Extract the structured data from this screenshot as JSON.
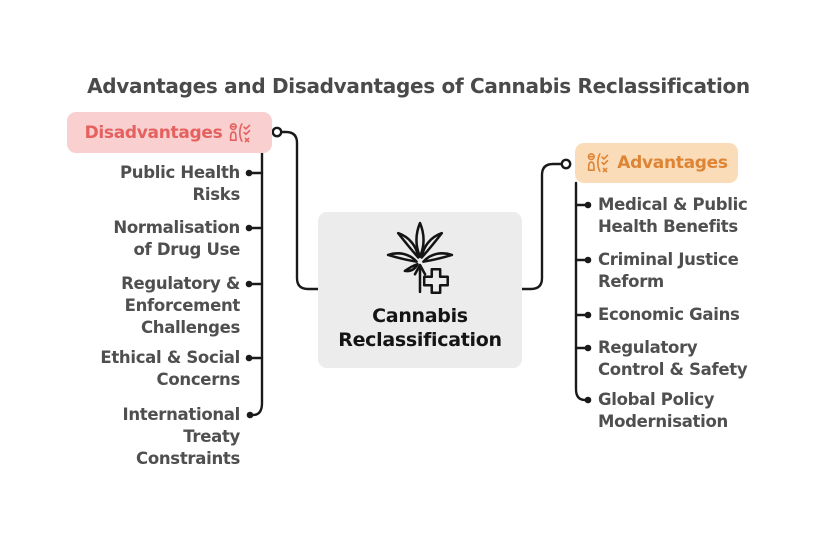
{
  "title": "Advantages and Disadvantages of Cannabis Reclassification",
  "center": {
    "label": "Cannabis\nReclassification",
    "icon": "cannabis-leaf-with-medical-cross-icon"
  },
  "disadvantages": {
    "label": "Disadvantages",
    "icon": "person-with-checklist-icon",
    "text_color": "#e4615f",
    "bg_color": "#f9cfcf",
    "items": [
      "Public Health\nRisks",
      "Normalisation\nof Drug Use",
      "Regulatory &\nEnforcement\nChallenges",
      "Ethical & Social\nConcerns",
      "International\nTreaty\nConstraints"
    ]
  },
  "advantages": {
    "label": "Advantages",
    "icon": "person-with-checklist-icon",
    "text_color": "#dd8435",
    "bg_color": "#fbdcb9",
    "items": [
      "Medical & Public\nHealth Benefits",
      "Criminal Justice\nReform",
      "Economic Gains",
      "Regulatory\nControl & Safety",
      "Global Policy\nModernisation"
    ]
  },
  "colors": {
    "title_text": "#4a4a4a",
    "item_text": "#4f4f4f",
    "center_bg": "#ececec",
    "connector": "#1a1a1a"
  }
}
